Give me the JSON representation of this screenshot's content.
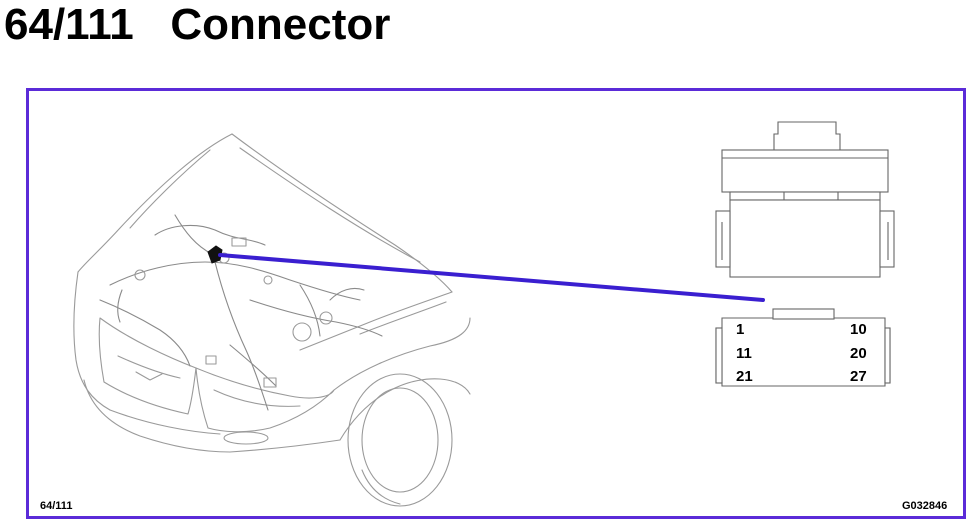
{
  "header": {
    "title": "64/111   Connector"
  },
  "footer": {
    "ref_left": "64/111",
    "ref_right": "G032846"
  },
  "connector": {
    "pins": {
      "top_left": "1",
      "top_right": "10",
      "mid_left": "11",
      "mid_right": "20",
      "bottom_left": "21",
      "bottom_right": "27"
    }
  },
  "colors": {
    "frame": "#5b2bd8",
    "leader_line": "#3a1fd0",
    "line_art": "#9a9a9a"
  },
  "icons": [
    "car-front-illustration",
    "connector-side-view",
    "connector-face-view"
  ]
}
